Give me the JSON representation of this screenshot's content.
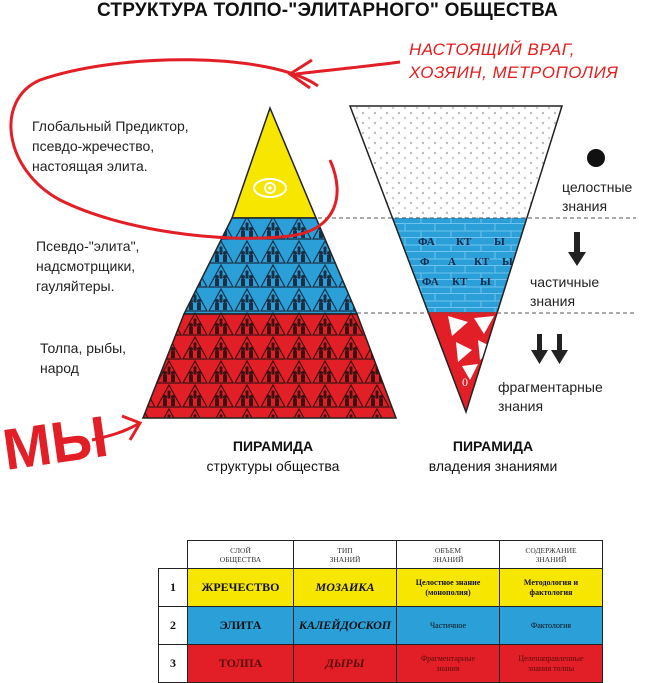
{
  "title": "СТРУКТУРА ТОЛПО-\"ЭЛИТАРНОГО\" ОБЩЕСТВА",
  "annotations": {
    "real_enemy": [
      "НАСТОЯЩИЙ ВРАГ,",
      "ХОЗЯИН, МЕТРОПОЛИЯ"
    ],
    "us": "МЫ"
  },
  "left_labels": {
    "top": [
      "Глобальный Предиктор,",
      "псевдо-жречество,",
      "настоящая элита."
    ],
    "middle": [
      "Псевдо-\"элита\",",
      "надсмотрщики,",
      "гауляйтеры."
    ],
    "bottom": [
      "Толпа, рыбы,",
      "народ"
    ]
  },
  "right_labels": {
    "holistic": [
      "целостные",
      "знания"
    ],
    "partial": [
      "частичные",
      "знания"
    ],
    "fragmentary": [
      "фрагментарные",
      "знания"
    ]
  },
  "facts_rows": [
    [
      "ФА",
      "КТ",
      "Ы"
    ],
    [
      "Ф",
      "А",
      "КТ",
      "Ы"
    ],
    [
      "ФА",
      "КТ",
      "Ы"
    ]
  ],
  "zero_mark": "0",
  "captions": {
    "left": {
      "bold": "ПИРАМИДА",
      "normal": "структуры общества"
    },
    "right": {
      "bold": "ПИРАМИДА",
      "normal": "владения знаниями"
    }
  },
  "table": {
    "headers": [
      [
        "СЛОЙ",
        "ОБЩЕСТВА"
      ],
      [
        "ТИП",
        "ЗНАНИЙ"
      ],
      [
        "ОБЪЕМ",
        "ЗНАНИЙ"
      ],
      [
        "СОДЕРЖАНИЕ",
        "ЗНАНИЙ"
      ]
    ],
    "rows": [
      {
        "num": "1",
        "layer": "ЖРЕЧЕСТВО",
        "type": "МОЗАИКА",
        "volume": [
          "Целостное знание",
          "(монополия)"
        ],
        "content": [
          "Методология и",
          "фактология"
        ]
      },
      {
        "num": "2",
        "layer": "ЭЛИТА",
        "type": "КАЛЕЙДОСКОП",
        "volume": [
          "Частичное"
        ],
        "content": [
          "Фактология"
        ]
      },
      {
        "num": "3",
        "layer": "ТОЛПА",
        "type": "ДЫРЫ",
        "volume": [
          "Фрагментарные",
          "знания"
        ],
        "content": [
          "Целенаправленные",
          "знания толпы"
        ]
      }
    ]
  },
  "colors": {
    "yellow": "#f7e600",
    "blue": "#2a9fd8",
    "red": "#e21f26",
    "annotation": "#e41d1d"
  }
}
